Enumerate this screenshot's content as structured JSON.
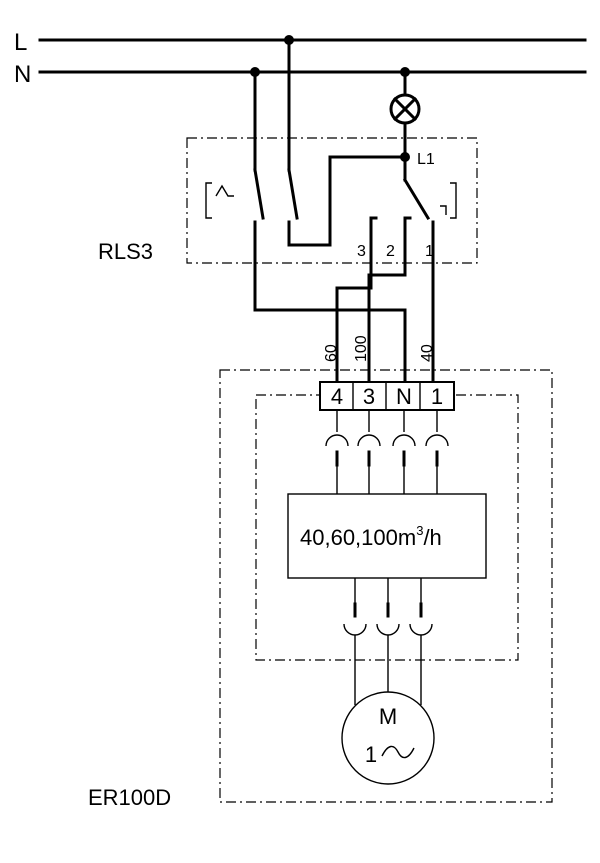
{
  "lines": {
    "l": "L",
    "n": "N"
  },
  "switch": {
    "name": "RLS3",
    "out": "L1",
    "pins": [
      "3",
      "2",
      "1"
    ]
  },
  "unit": {
    "name": "ER100D",
    "wires": [
      "60",
      "100",
      "40"
    ],
    "terminals": [
      "4",
      "3",
      "N",
      "1"
    ],
    "controller": "40,60,100m",
    "controller_sup": "3",
    "controller_unit": "/h",
    "motor_top": "M",
    "motor_bottom": "1"
  }
}
